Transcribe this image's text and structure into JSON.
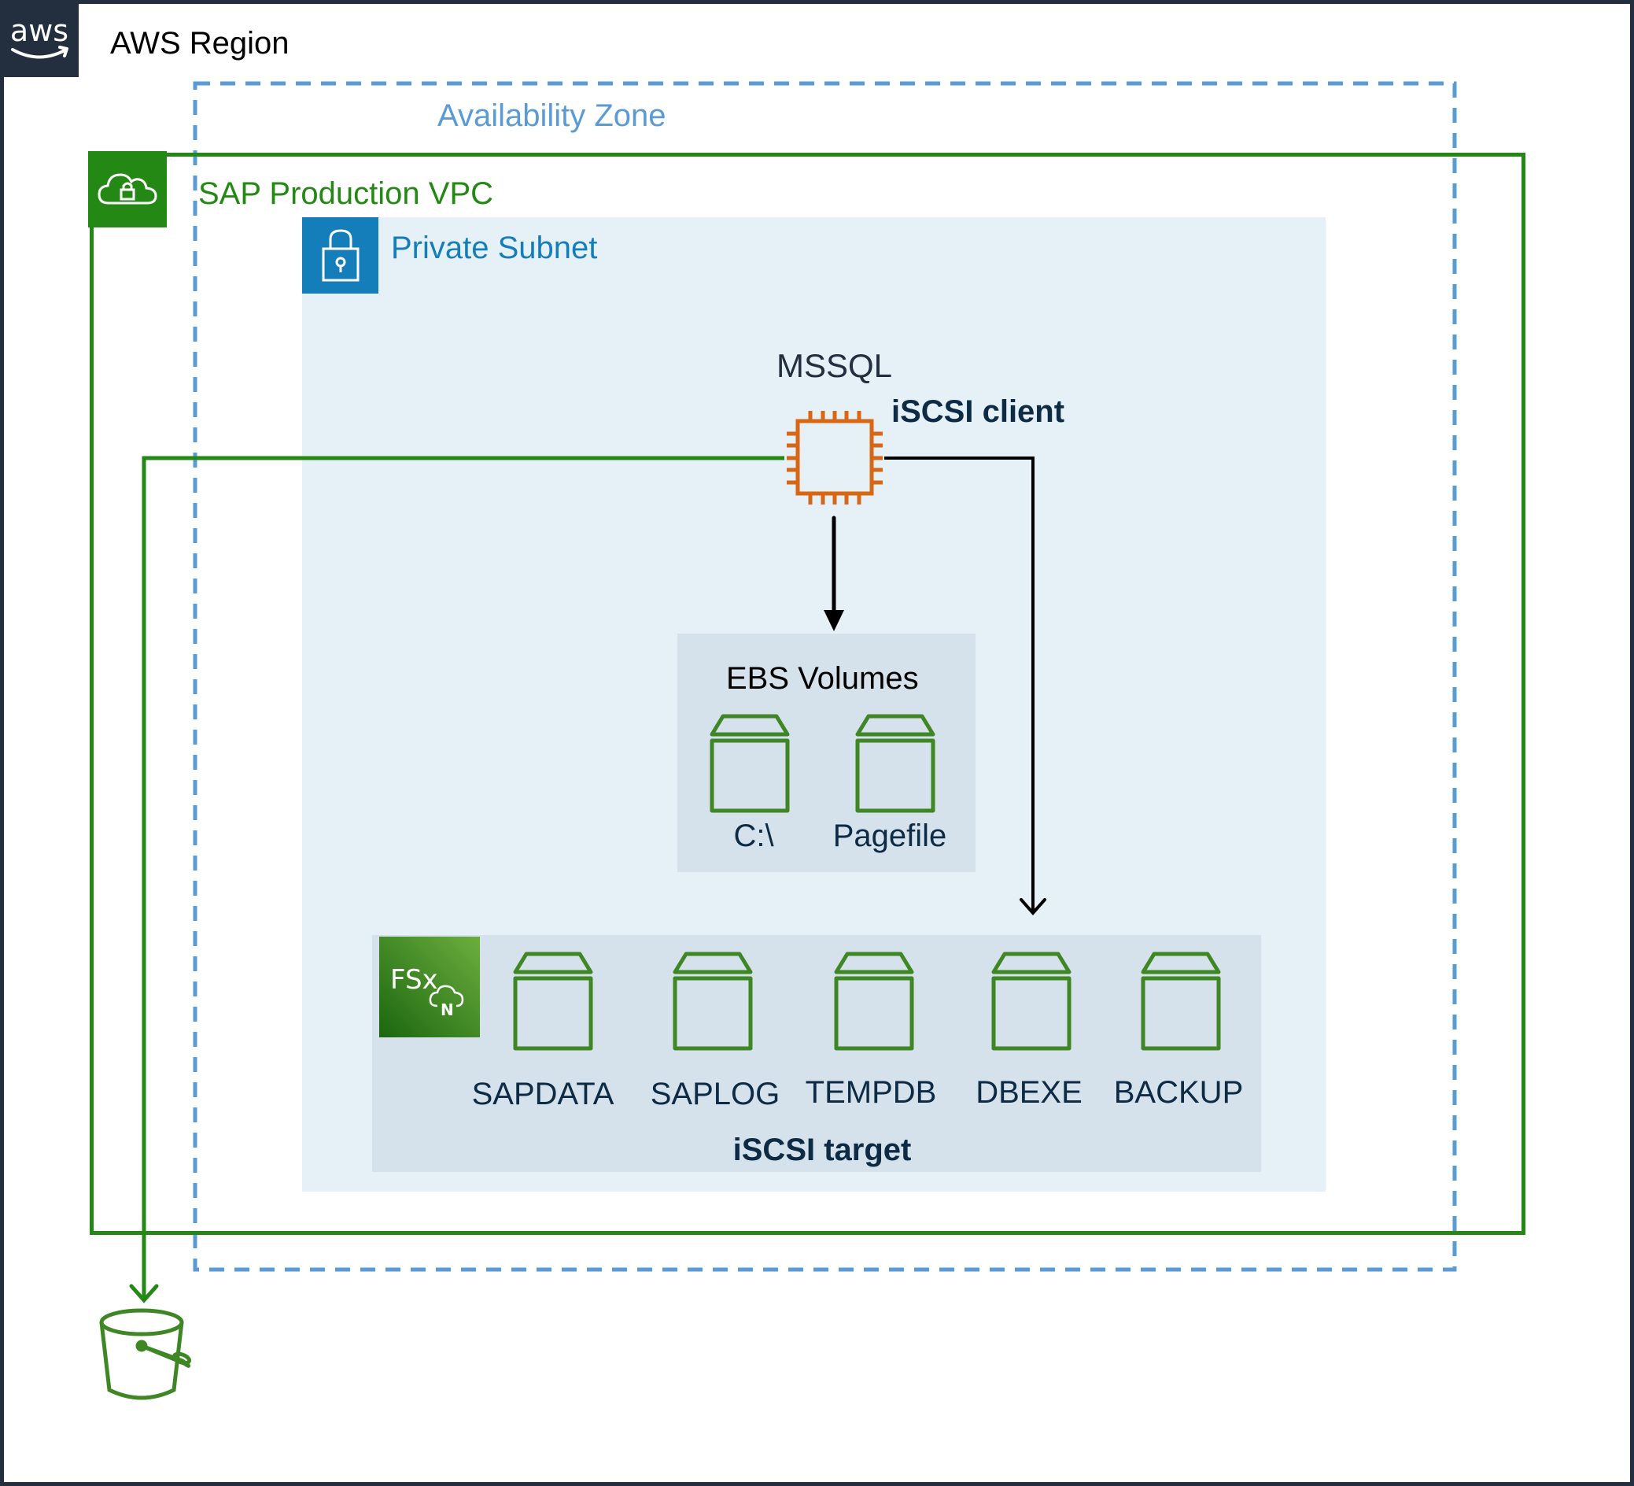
{
  "region": {
    "label": "AWS Region",
    "logo_text": "aws",
    "icon": "aws-logo-icon",
    "border_color": "#232F3E"
  },
  "availability_zone": {
    "label": "Availability Zone",
    "color": "#5A9BD5"
  },
  "vpc": {
    "label": "SAP Production VPC",
    "icon": "vpc-cloud-lock-icon",
    "color": "#248814"
  },
  "subnet": {
    "label": "Private Subnet",
    "icon": "padlock-icon",
    "color": "#147EBA"
  },
  "instance": {
    "name": "MSSQL",
    "role": "iSCSI client",
    "icon": "ec2-instance-chip-icon",
    "color": "#D86613"
  },
  "ebs": {
    "title": "EBS Volumes",
    "volumes": [
      {
        "label": "C:\\"
      },
      {
        "label": "Pagefile"
      }
    ]
  },
  "fsx": {
    "icon_text": "FSx",
    "icon_badge": "N",
    "icon": "fsx-netapp-ontap-icon",
    "role": "iSCSI target",
    "volumes": [
      {
        "label": "SAPDATA"
      },
      {
        "label": "SAPLOG"
      },
      {
        "label": "TEMPDB"
      },
      {
        "label": "DBEXE"
      },
      {
        "label": "BACKUP"
      }
    ]
  },
  "s3": {
    "icon": "s3-bucket-icon"
  },
  "connections": [
    {
      "from": "MSSQL",
      "to": "EBS Volumes",
      "color": "#000000",
      "arrow": "filled"
    },
    {
      "from": "MSSQL",
      "to": "iSCSI target",
      "color": "#000000",
      "arrow": "open"
    },
    {
      "from": "MSSQL",
      "to": "S3 bucket",
      "color": "#248814",
      "arrow": "open"
    }
  ]
}
